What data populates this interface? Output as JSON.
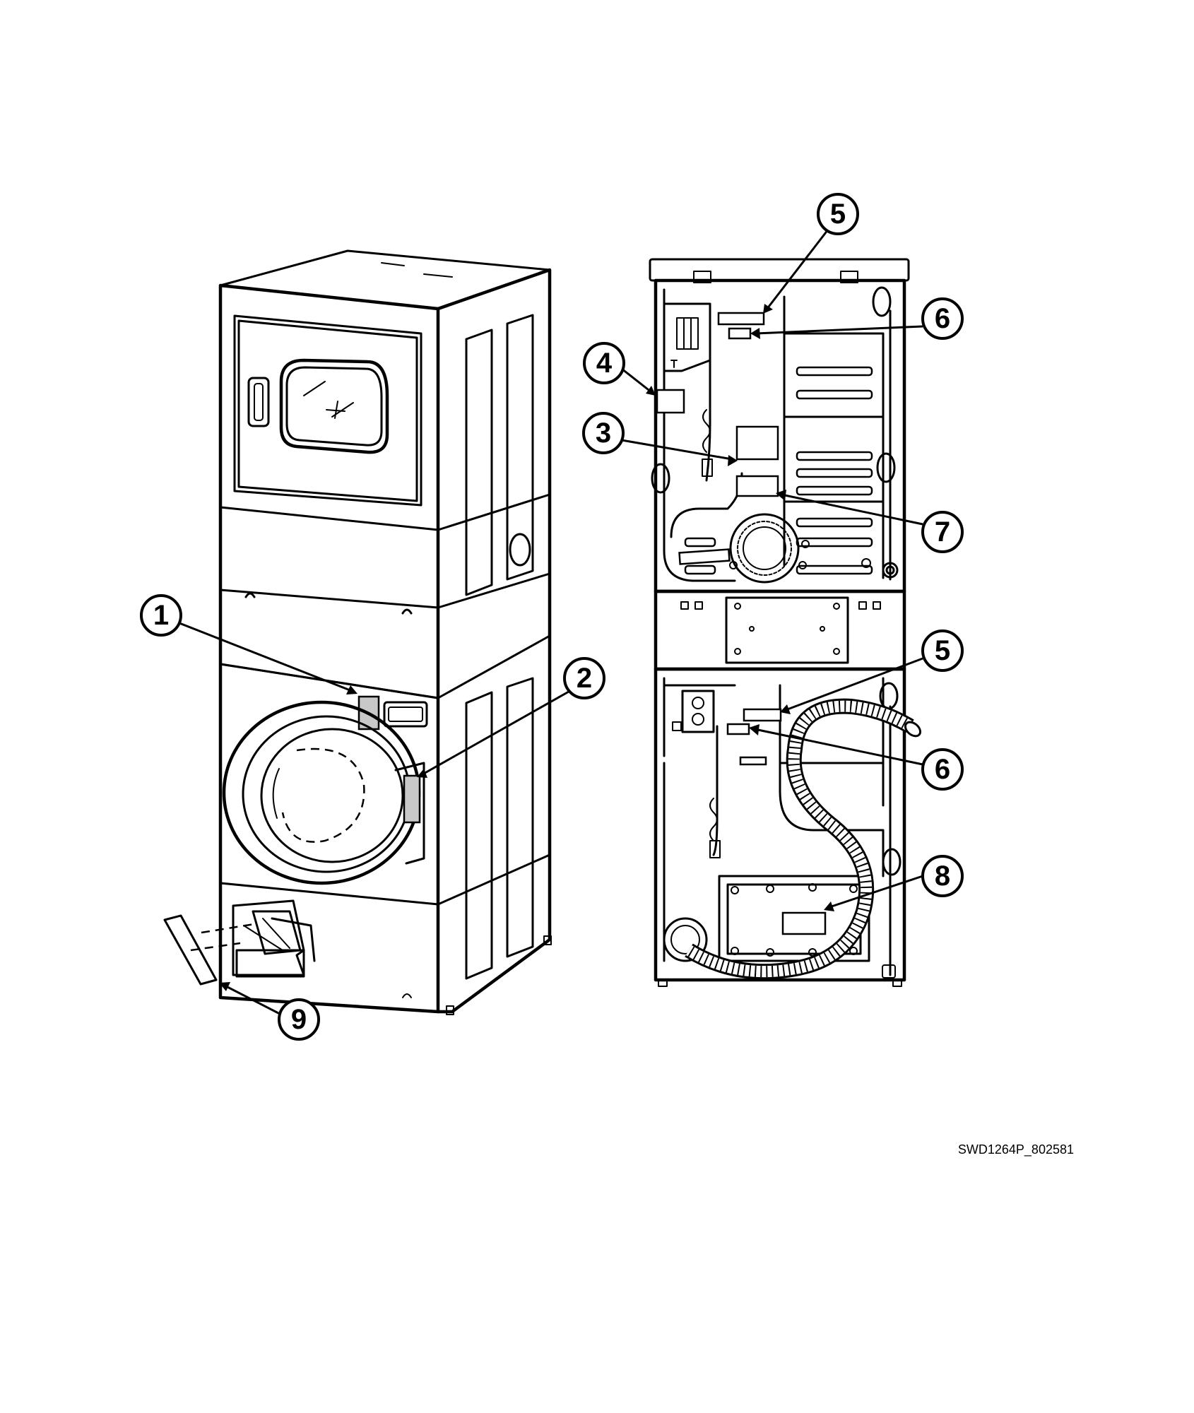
{
  "figure": {
    "drawing_code": "SWD1264P_802581",
    "callouts": [
      {
        "id": "c1",
        "number": "1"
      },
      {
        "id": "c2",
        "number": "2"
      },
      {
        "id": "c3",
        "number": "3"
      },
      {
        "id": "c4",
        "number": "4"
      },
      {
        "id": "c5a",
        "number": "5"
      },
      {
        "id": "c5b",
        "number": "5"
      },
      {
        "id": "c6a",
        "number": "6"
      },
      {
        "id": "c6b",
        "number": "6"
      },
      {
        "id": "c7",
        "number": "7"
      },
      {
        "id": "c8",
        "number": "8"
      },
      {
        "id": "c9",
        "number": "9"
      }
    ]
  }
}
